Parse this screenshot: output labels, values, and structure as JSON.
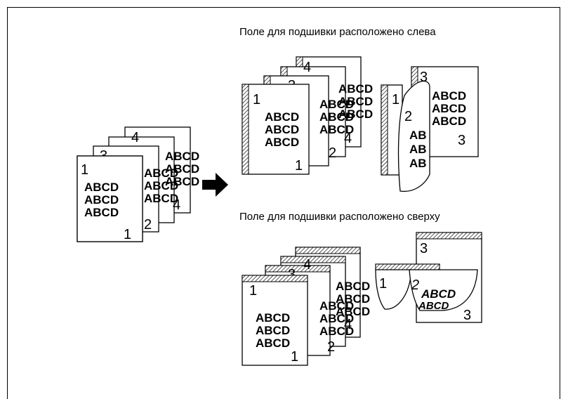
{
  "labels": {
    "binding_left": "Поле для подшивки расположено слева",
    "binding_top": "Поле для подшивки расположено сверху"
  },
  "page_text": "ABCD",
  "page_numbers": [
    "1",
    "2",
    "3",
    "4"
  ],
  "icons": {
    "arrow": "arrow-right-icon",
    "hatch": "binding-margin-hatch"
  },
  "colors": {
    "ink": "#000000",
    "paper": "#ffffff",
    "hatch": "#000000"
  }
}
